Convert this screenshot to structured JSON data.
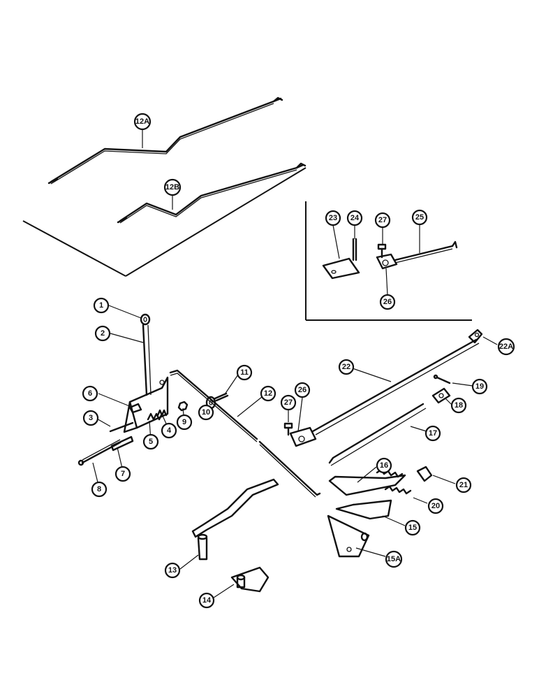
{
  "callouts": [
    {
      "id": "c1",
      "label": "1"
    },
    {
      "id": "c2",
      "label": "2"
    },
    {
      "id": "c3",
      "label": "3"
    },
    {
      "id": "c4",
      "label": "4"
    },
    {
      "id": "c5",
      "label": "5"
    },
    {
      "id": "c6",
      "label": "6"
    },
    {
      "id": "c7",
      "label": "7"
    },
    {
      "id": "c8",
      "label": "8"
    },
    {
      "id": "c9",
      "label": "9"
    },
    {
      "id": "c10",
      "label": "10"
    },
    {
      "id": "c11",
      "label": "11"
    },
    {
      "id": "c12",
      "label": "12"
    },
    {
      "id": "c12A",
      "label": "12A"
    },
    {
      "id": "c12B",
      "label": "12B"
    },
    {
      "id": "c13",
      "label": "13"
    },
    {
      "id": "c14",
      "label": "14"
    },
    {
      "id": "c15",
      "label": "15"
    },
    {
      "id": "c15A",
      "label": "15A"
    },
    {
      "id": "c16",
      "label": "16"
    },
    {
      "id": "c17",
      "label": "17"
    },
    {
      "id": "c18",
      "label": "18"
    },
    {
      "id": "c19",
      "label": "19"
    },
    {
      "id": "c20",
      "label": "20"
    },
    {
      "id": "c21",
      "label": "21"
    },
    {
      "id": "c22",
      "label": "22"
    },
    {
      "id": "c22A",
      "label": "22A"
    },
    {
      "id": "c23",
      "label": "23"
    },
    {
      "id": "c24",
      "label": "24"
    },
    {
      "id": "c25",
      "label": "25"
    },
    {
      "id": "c26a",
      "label": "26"
    },
    {
      "id": "c26b",
      "label": "26"
    },
    {
      "id": "c27a",
      "label": "27"
    },
    {
      "id": "c27b",
      "label": "27"
    }
  ]
}
